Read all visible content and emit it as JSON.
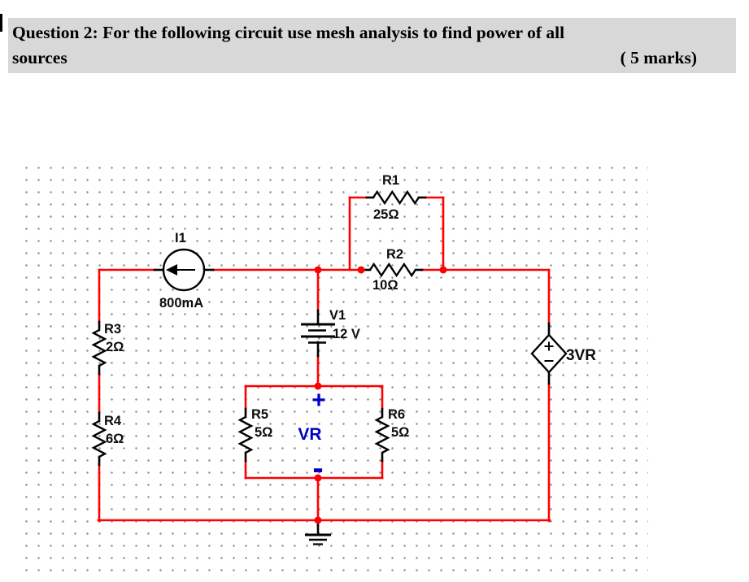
{
  "header": {
    "title": "Question 2: For the following circuit use mesh analysis to find power of all",
    "title_line2": "sources",
    "marks": "( 5 marks)"
  },
  "colors": {
    "wire": "#ff0000",
    "component": "#000000",
    "annotation_blue": "#0000cc",
    "header_bg": "#d8d8d8",
    "grid_dot": "#8f8f8f"
  },
  "components": {
    "i1": {
      "label": "I1",
      "value": "800mA",
      "type": "dc-current-source"
    },
    "v1": {
      "label": "V1",
      "value": "12 V",
      "type": "dc-voltage-source"
    },
    "r1": {
      "label": "R1",
      "value": "25Ω"
    },
    "r2": {
      "label": "R2",
      "value": "10Ω"
    },
    "r3": {
      "label": "R3",
      "value": "2Ω"
    },
    "r4": {
      "label": "R4",
      "value": "6Ω"
    },
    "r5": {
      "label": "R5",
      "value": "5Ω"
    },
    "r6": {
      "label": "R6",
      "value": "5Ω"
    },
    "dep_source": {
      "label": "3VR",
      "type": "dependent-voltage-source"
    }
  },
  "annotations": {
    "vr_plus": "+",
    "vr_label": "VR",
    "vr_minus": "-"
  }
}
